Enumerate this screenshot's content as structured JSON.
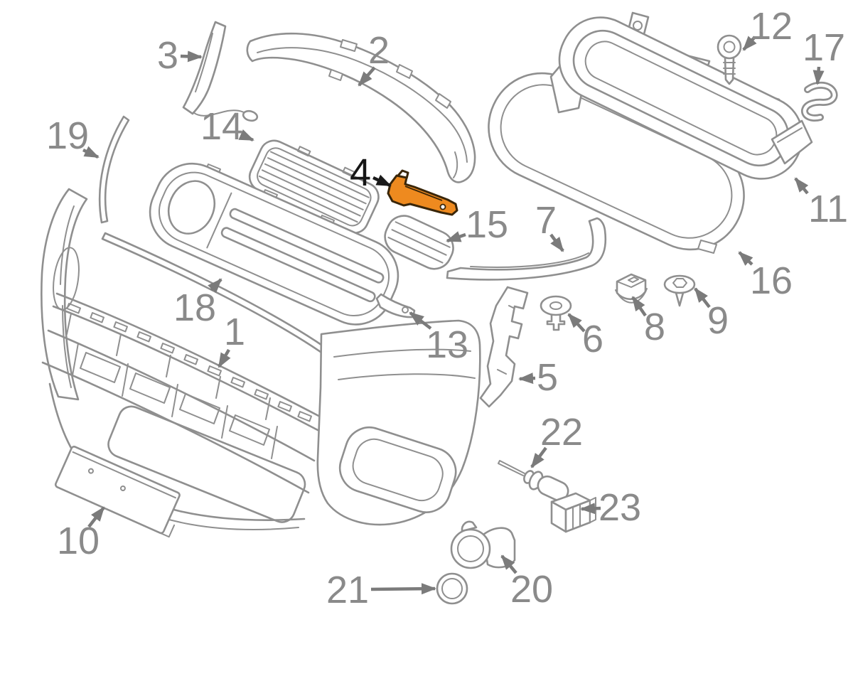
{
  "diagram": {
    "type": "exploded-parts-diagram",
    "subject": "front bumper and grille assembly",
    "background": "#ffffff",
    "colors": {
      "line": "#8f8f8f",
      "callout": "#8a8a8a",
      "highlight_fill": "#EE8A1F",
      "highlight_outline": "#3a2609",
      "highlight_callout": "#1a1a1a"
    },
    "highlighted_part": "4",
    "callouts": {
      "c1": {
        "label": "1"
      },
      "c2": {
        "label": "2"
      },
      "c3": {
        "label": "3"
      },
      "c4": {
        "label": "4"
      },
      "c5": {
        "label": "5"
      },
      "c6": {
        "label": "6"
      },
      "c7": {
        "label": "7"
      },
      "c8": {
        "label": "8"
      },
      "c9": {
        "label": "9"
      },
      "c10": {
        "label": "10"
      },
      "c11": {
        "label": "11"
      },
      "c12": {
        "label": "12"
      },
      "c13": {
        "label": "13"
      },
      "c14": {
        "label": "14"
      },
      "c15": {
        "label": "15"
      },
      "c16": {
        "label": "16"
      },
      "c17": {
        "label": "17"
      },
      "c18": {
        "label": "18"
      },
      "c19": {
        "label": "19"
      },
      "c20": {
        "label": "20"
      },
      "c21": {
        "label": "21"
      },
      "c22": {
        "label": "22"
      },
      "c23": {
        "label": "23"
      }
    }
  }
}
